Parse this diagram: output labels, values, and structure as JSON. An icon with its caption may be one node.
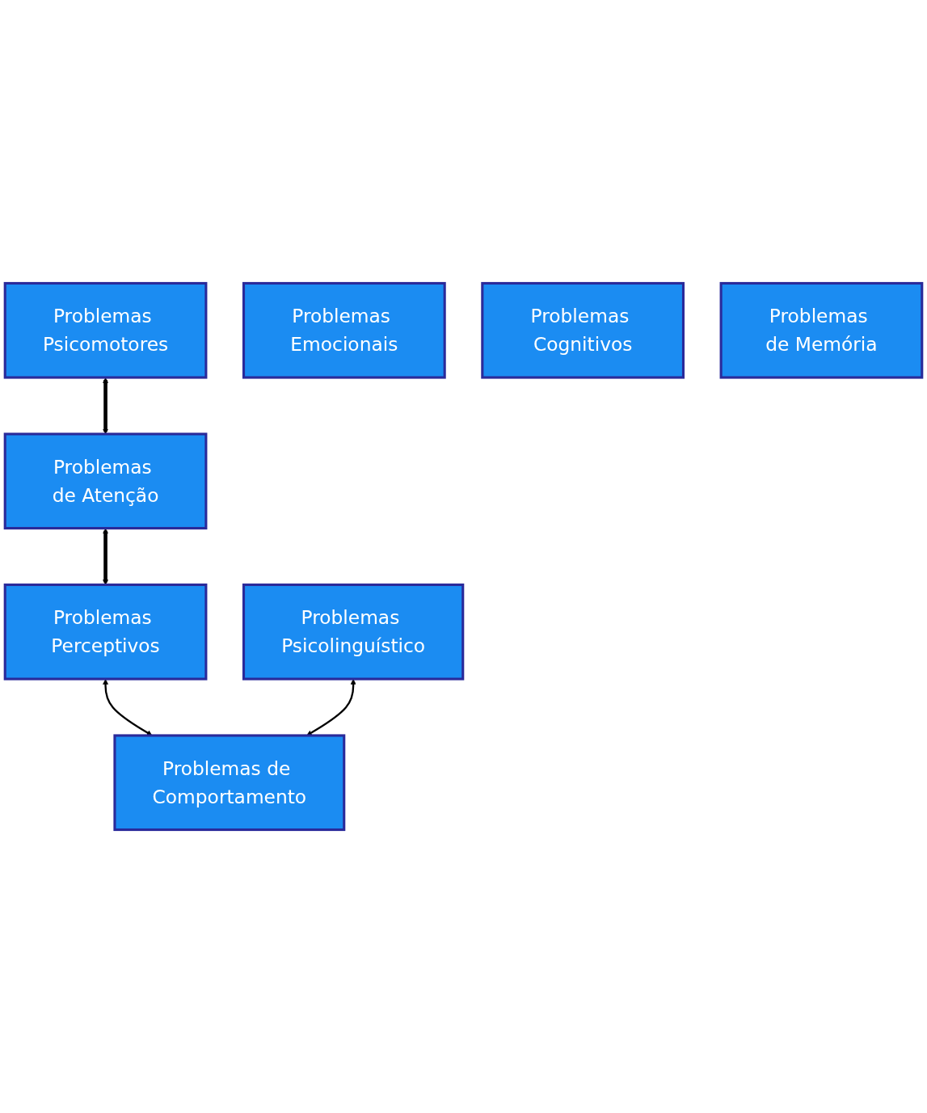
{
  "diagram": {
    "nodes": [
      {
        "text": [
          "Problemas Psicomotores"
        ]
      },
      {
        "text": [
          "Problemas de Atenção"
        ]
      },
      {
        "text": [
          "Problemas Perceptivos"
        ]
      },
      {
        "text": [
          "Problemas Emocionais"
        ]
      },
      {
        "text": [
          "Problemas Cognitivos"
        ]
      },
      {
        "text": [
          "Problemas de Memória"
        ]
      },
      {
        "text": [
          "Problemas Psicolinguístico"
        ]
      },
      {
        "text": [
          "Problemas de Comportamento"
        ]
      }
    ],
    "edges": [
      {
        "from": 0,
        "to": 1,
        "arrow": "both",
        "style": "thick"
      },
      {
        "from": 1,
        "to": 2,
        "arrow": "both",
        "style": "thick"
      },
      {
        "from": 2,
        "to": 7,
        "arrow": "both"
      },
      {
        "from": 6,
        "to": 7,
        "arrow": "both"
      }
    ]
  }
}
